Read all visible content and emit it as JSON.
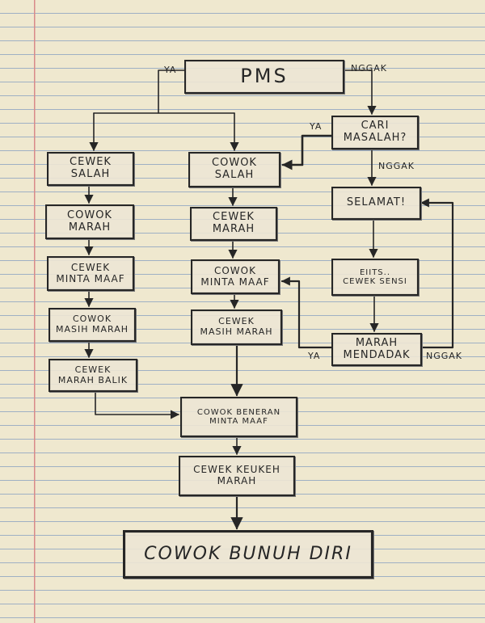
{
  "nodes": {
    "pms": {
      "lines": [
        "PMS"
      ]
    },
    "cari_masalah": {
      "lines": [
        "CARI",
        "MASALAH?"
      ]
    },
    "cewek_salah": {
      "lines": [
        "CEWEK",
        "SALAH"
      ]
    },
    "cowok_marah": {
      "lines": [
        "COWOK",
        "MARAH"
      ]
    },
    "cewek_minta_maaf": {
      "lines": [
        "CEWEK",
        "MINTA MAAF"
      ]
    },
    "cowok_masih_marah": {
      "lines": [
        "COWOK",
        "MASIH MARAH"
      ]
    },
    "cewek_marah_balik": {
      "lines": [
        "CEWEK",
        "MARAH BALIK"
      ]
    },
    "cowok_salah": {
      "lines": [
        "COWOK",
        "SALAH"
      ]
    },
    "cewek_marah": {
      "lines": [
        "CEWEK",
        "MARAH"
      ]
    },
    "cowok_minta_maaf": {
      "lines": [
        "COWOK",
        "MINTA MAAF"
      ]
    },
    "cewek_masih_marah": {
      "lines": [
        "CEWEK",
        "MASIH MARAH"
      ]
    },
    "selamat": {
      "lines": [
        "SELAMAT!"
      ]
    },
    "eiits_cewek_sensi": {
      "lines": [
        "EIITS..",
        "CEWEK SENSI"
      ]
    },
    "marah_mendadak": {
      "lines": [
        "MARAH",
        "MENDADAK"
      ]
    },
    "cowok_beneran_minta_maaf": {
      "lines": [
        "COWOK BENERAN",
        "MINTA MAAF"
      ]
    },
    "cewek_keukeh_marah": {
      "lines": [
        "CEWEK KEUKEH",
        "MARAH"
      ]
    },
    "cowok_bunuh_diri": {
      "lines": [
        "COWOK BUNUH DIRI"
      ]
    }
  },
  "labels": {
    "pms_ya": "YA",
    "pms_nggak": "NGGAK",
    "cari_ya": "YA",
    "cari_nggak": "NGGAK",
    "marah_ya": "YA",
    "marah_nggak": "NGGAK"
  }
}
